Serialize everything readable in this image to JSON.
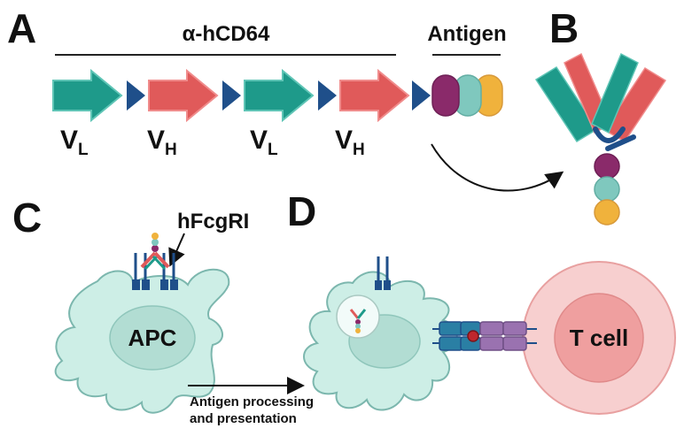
{
  "panels": {
    "a": "A",
    "b": "B",
    "c": "C",
    "d": "D"
  },
  "construct": {
    "scfv_label": "α-hCD64",
    "antigen_label": "Antigen",
    "domains": [
      {
        "letter": "V",
        "sub": "L"
      },
      {
        "letter": "V",
        "sub": "H"
      },
      {
        "letter": "V",
        "sub": "L"
      },
      {
        "letter": "V",
        "sub": "H"
      }
    ]
  },
  "cells": {
    "receptor_label": "hFcgRI",
    "apc_label": "APC",
    "tcell_label": "T cell",
    "process_line1": "Antigen processing",
    "process_line2": "and presentation"
  },
  "colors": {
    "vl": "#1e9a8a",
    "vh": "#e05a5a",
    "linker": "#1f4f8a",
    "antigen_purple": "#8a2a6a",
    "antigen_teal": "#7fc8be",
    "antigen_yellow": "#f0b23c",
    "apc_fill": "#cdeee6",
    "apc_stroke": "#7cb7ae",
    "tcell_fill": "#f7cfcf",
    "tcell_stroke": "#e8a0a0",
    "mhc": "#9a72b0"
  }
}
